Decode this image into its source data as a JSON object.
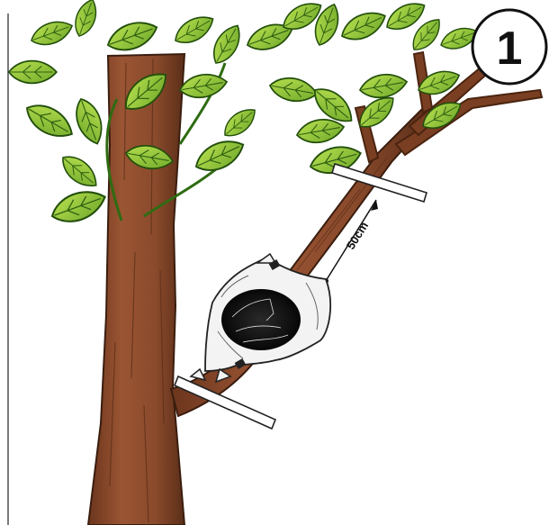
{
  "step_number": "1",
  "measurement_label": "50cm",
  "colors": {
    "bark": "#8a4a2c",
    "bark_dark": "#5a2e18",
    "bark_light": "#a8633e",
    "leaf": "#9ccd3a",
    "leaf_dark": "#3f7a1a",
    "leaf_vein": "#2f5f12",
    "bag": "#f2f2f2",
    "soil": "#1a1a1a",
    "ink": "#111111"
  },
  "icons": {
    "step_badge": "circled-number",
    "marker": "ring-cut-marker",
    "bag": "air-layering-bag"
  }
}
